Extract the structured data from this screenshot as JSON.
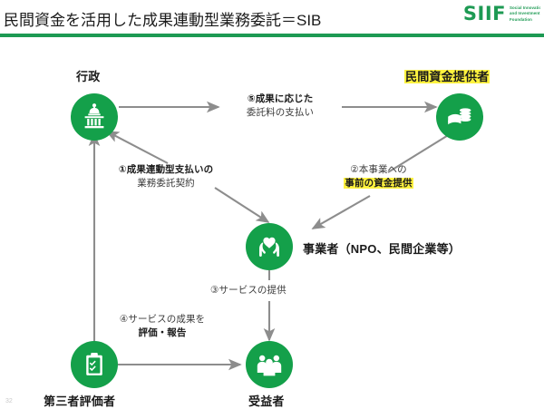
{
  "header": {
    "title": "民間資金を活用した成果連動型業務委託＝SIB",
    "rule_color": "#1d9a53",
    "logo": {
      "mark": "SIIF",
      "tagline_line1": "Social Innovation",
      "tagline_line2": "and Investment",
      "tagline_line3": "Foundation"
    }
  },
  "page_number": "32",
  "colors": {
    "node_green": "#14a04a",
    "arrow_gray": "#8d8d8d",
    "highlight_yellow": "#fff33f",
    "text_dark": "#1a1a1a"
  },
  "diagram": {
    "nodes": [
      {
        "id": "government",
        "label": "行政",
        "icon": "government-building-icon",
        "highlighted": false
      },
      {
        "id": "private-funder",
        "label": "民間資金提供者",
        "icon": "money-stack-icon",
        "highlighted": true
      },
      {
        "id": "service-provider",
        "label": "事業者（NPO、民間企業等）",
        "icon": "heart-in-hands-icon",
        "highlighted": false
      },
      {
        "id": "third-party-evaluator",
        "label": "第三者評価者",
        "icon": "clipboard-check-icon",
        "highlighted": false
      },
      {
        "id": "beneficiary",
        "label": "受益者",
        "icon": "people-group-icon",
        "highlighted": false
      }
    ],
    "edges": [
      {
        "id": "edge-1",
        "number": "①",
        "line1": "①成果連動型支払いの",
        "line2": "業務委託契約",
        "from": "government",
        "to": "service-provider",
        "bold_line": 1,
        "highlighted": false
      },
      {
        "id": "edge-2",
        "number": "②",
        "line1": "②本事業への",
        "line2": "事前の資金提供",
        "from": "private-funder",
        "to": "service-provider",
        "bold_line": 2,
        "highlighted": true
      },
      {
        "id": "edge-3",
        "number": "③",
        "line1": "③サービスの提供",
        "line2": "",
        "from": "service-provider",
        "to": "beneficiary",
        "bold_line": 0,
        "highlighted": false
      },
      {
        "id": "edge-4",
        "number": "④",
        "line1": "④サービスの成果を",
        "line2": "評価・報告",
        "from": "third-party-evaluator",
        "to": "government",
        "bold_line": 2,
        "highlighted": false
      },
      {
        "id": "edge-5",
        "number": "⑤",
        "line1": "⑤成果に応じた",
        "line2": "委託料の支払い",
        "from": "government",
        "to": "private-funder",
        "bold_line": 0,
        "highlighted": false
      }
    ]
  }
}
